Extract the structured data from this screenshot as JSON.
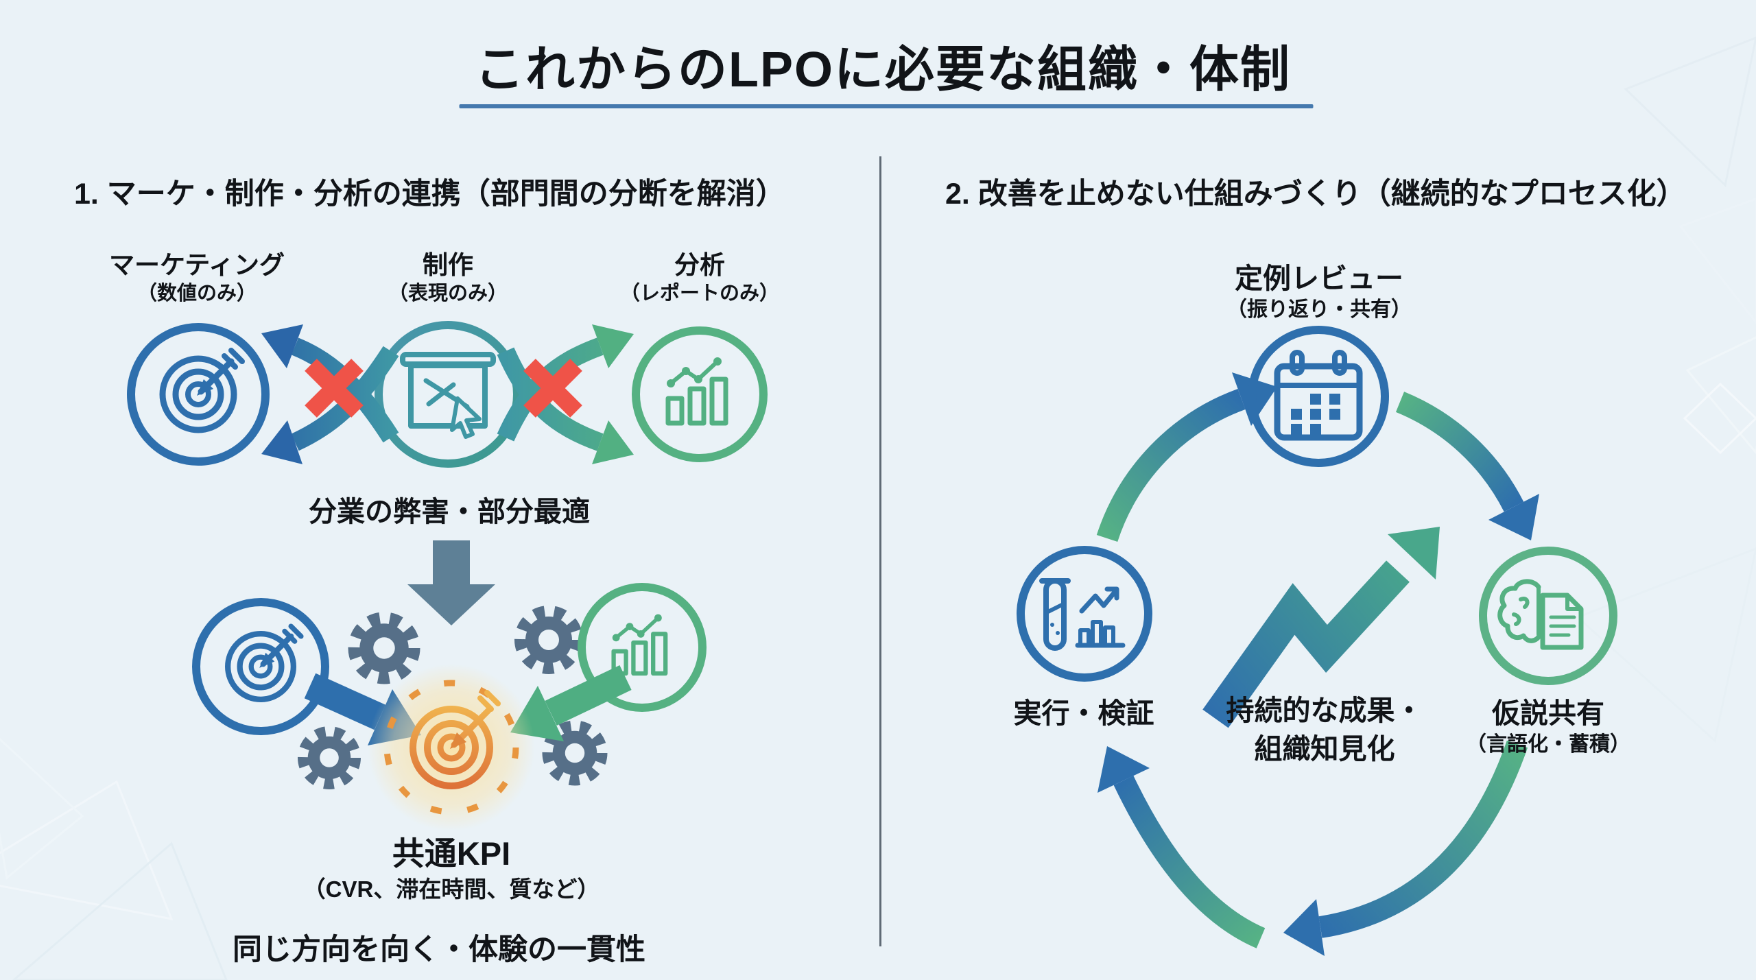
{
  "title": "これからのLPOに必要な組織・体制",
  "sections": {
    "left": {
      "heading": "1. マーケ・制作・分析の連携（部門間の分断を解消）",
      "nodes": [
        {
          "label": "マーケティング",
          "sub": "（数値のみ）"
        },
        {
          "label": "制作",
          "sub": "（表現のみ）"
        },
        {
          "label": "分析",
          "sub": "（レポートのみ）"
        }
      ],
      "problem": "分業の弊害・部分最適",
      "kpi": {
        "label": "共通KPI",
        "sub": "（CVR、滞在時間、質など）"
      },
      "outcome": "同じ方向を向く・体験の一貫性"
    },
    "right": {
      "heading": "2. 改善を止めない仕組みづくり（継続的なプロセス化）",
      "cycle": {
        "review": {
          "label": "定例レビュー",
          "sub": "（振り返り・共有）"
        },
        "hypothesis": {
          "label": "仮説共有",
          "sub": "（言語化・蓄積）"
        },
        "execute": {
          "label": "実行・検証"
        }
      },
      "center": {
        "line1": "持続的な成果・",
        "line2": "組織知見化"
      }
    }
  },
  "colors": {
    "background": "#eaf2f7",
    "blue": "#2e6fad",
    "teal": "#3f98a5",
    "green": "#55b182",
    "red_x": "#ef5348",
    "orange": "#e1883c",
    "slate_gear": "#566f88",
    "slate_arrow": "#5e8096",
    "underline": "#4579ae",
    "text": "#111418"
  }
}
